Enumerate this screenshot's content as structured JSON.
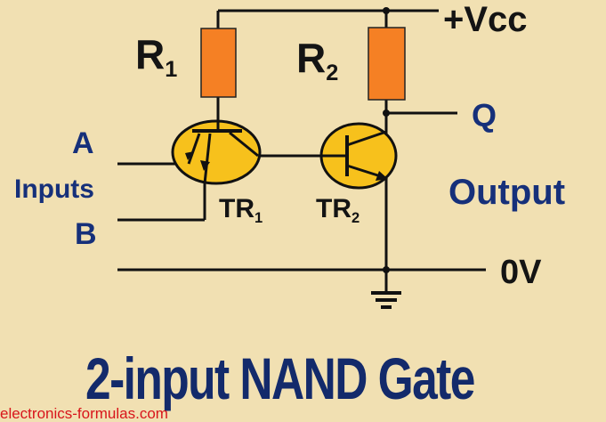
{
  "title": "2-input NAND Gate",
  "watermark": "electronics-formulas.com",
  "labels": {
    "r1": {
      "main": "R",
      "sub": "1"
    },
    "r2": {
      "main": "R",
      "sub": "2"
    },
    "tr1": {
      "main": "TR",
      "sub": "1"
    },
    "tr2": {
      "main": "TR",
      "sub": "2"
    },
    "vcc": "+Vcc",
    "q": "Q",
    "output": "Output",
    "zero_v": "0V",
    "input_a": "A",
    "input_b": "B",
    "inputs": "Inputs"
  },
  "colors": {
    "background": "#f1e0b2",
    "resistor": "#f58024",
    "transistor": "#f7c11c",
    "wire": "#111111",
    "title": "#132a6b",
    "watermark": "#d8151b"
  }
}
